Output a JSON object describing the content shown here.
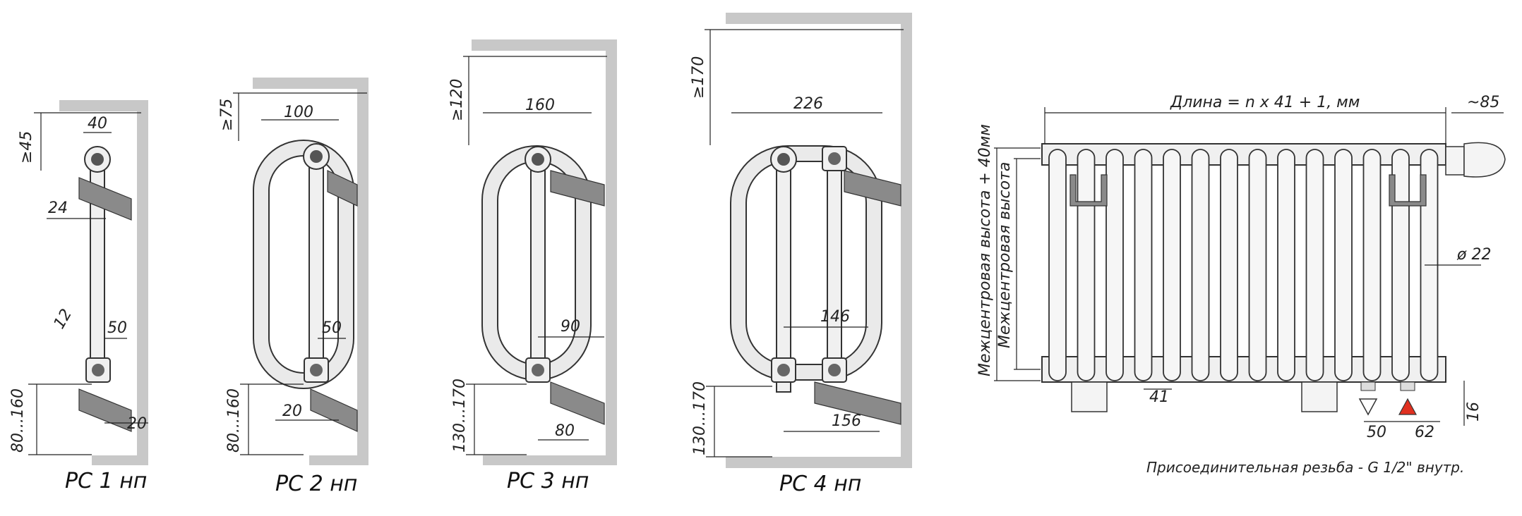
{
  "captions": {
    "rc1": "РС 1 нп",
    "rc2": "РС 2 нп",
    "rc3": "РС 3 нп",
    "rc4": "РС 4 нп"
  },
  "dims": {
    "rc1": {
      "w": "40",
      "top": "≥45",
      "pipe": "24",
      "angle": "12",
      "depth": "50",
      "bottom": "80...160",
      "foot": "20"
    },
    "rc2": {
      "w": "100",
      "top": "≥75",
      "depth": "50",
      "foot": "20",
      "bottom": "80...160"
    },
    "rc3": {
      "w": "160",
      "top": "≥120",
      "depth": "90",
      "foot": "80",
      "bottom": "130...170"
    },
    "rc4": {
      "w": "226",
      "top": "≥170",
      "depth": "146",
      "foot": "156",
      "bottom": "130...170"
    },
    "front": {
      "length": "Длина = n x 41 + 1, мм",
      "valve": "~85",
      "height_total": "Межцентровая высота + 40мм",
      "height_center": "Межцентровая высота",
      "diameter": "ø 22",
      "pitch": "41",
      "in": "50",
      "out": "62",
      "base": "16"
    }
  },
  "note": "Присоединительная резьба - G 1/2\" внутр."
}
